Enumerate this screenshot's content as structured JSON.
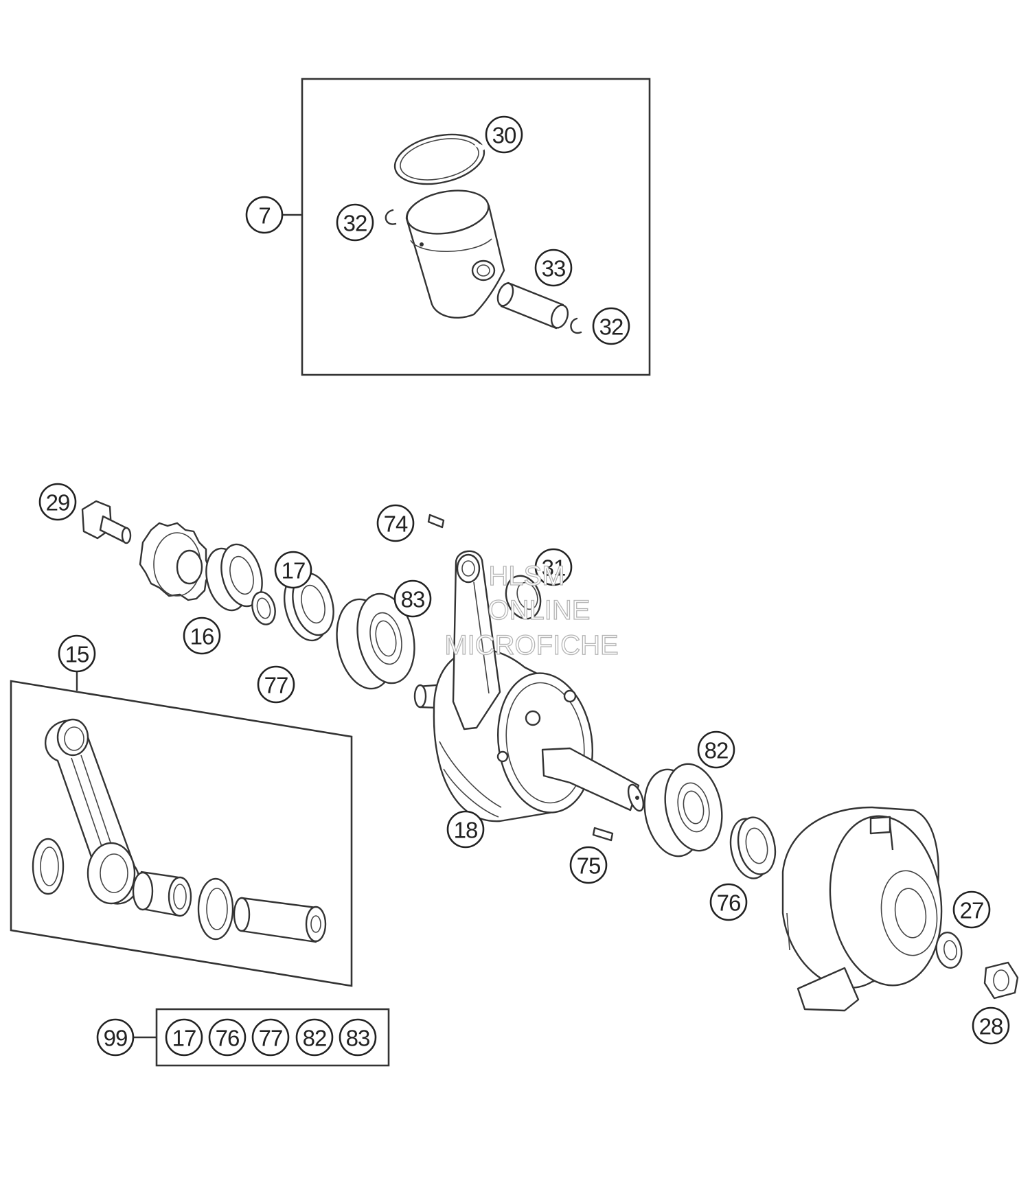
{
  "callouts": {
    "c30": "30",
    "c7": "7",
    "c32a": "32",
    "c33": "33",
    "c32b": "32",
    "c29": "29",
    "c74": "74",
    "c17": "17",
    "c31": "31",
    "c83": "83",
    "c16": "16",
    "c77": "77",
    "c15": "15",
    "c82": "82",
    "c18": "18",
    "c75": "75",
    "c76": "76",
    "c27": "27",
    "c28": "28",
    "c99": "99"
  },
  "kit": [
    "17",
    "76",
    "77",
    "82",
    "83"
  ],
  "watermark": [
    "HLSM",
    "ONLINE",
    "MICROFICHE"
  ]
}
